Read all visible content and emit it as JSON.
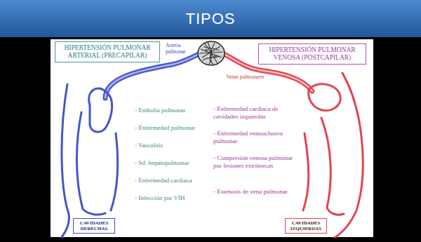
{
  "diagram": {
    "title": "TIPOS",
    "nodes": [
      {
        "text": [
          "HIPERTENSIÓN PULMONAR ARTERIAL (PRECAPILAR)"
        ]
      },
      {
        "text": [
          "HIPERTENSIÓN PULMONAR VENOSA (POSTCAPILAR)"
        ]
      },
      {
        "text": [
          "CAVIDADES DERECHAS"
        ]
      },
      {
        "text": [
          "CAVIDADES IZQUIERDAS"
        ]
      }
    ],
    "labels": [
      "Arteria pulmonar",
      "Venas pulmonares",
      "- Embolia pulmonar",
      "- Enfermedad pulmonar",
      "- Vasculitis",
      "- Sd. hepatopulmonar",
      "- Enfermedad cardiaca",
      "- Infección por VIH",
      "- Enfermedad cardiaca de cavidades izquierdas",
      "- Enfermedad venooclusiva pulmonar",
      "- Compresión venosa pulmonar por lesiones extrínsecas",
      "- Estenosis de vena pulmonar"
    ]
  }
}
